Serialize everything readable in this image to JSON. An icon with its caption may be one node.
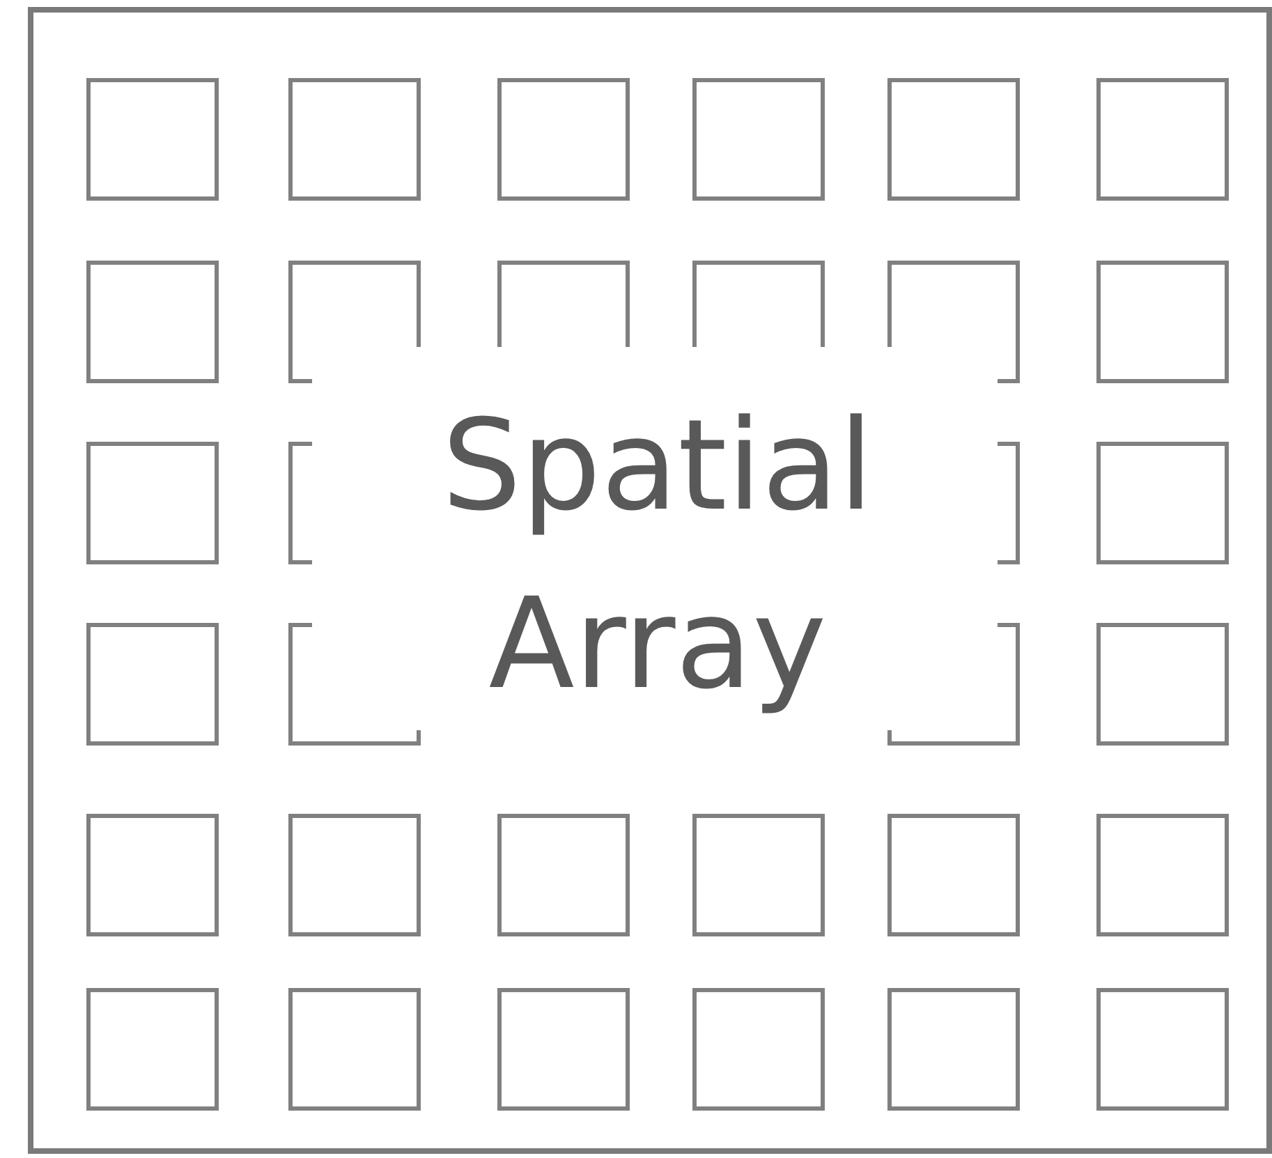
{
  "diagram": {
    "nodes": [
      {
        "text": [
          "Spatial Array"
        ]
      },
      {
        "text": [],
        "shape": "box",
        "in": 0
      },
      {
        "text": [],
        "shape": "box",
        "in": 0
      },
      {
        "text": [],
        "shape": "box",
        "in": 0
      },
      {
        "text": [],
        "shape": "box",
        "in": 0
      },
      {
        "text": [],
        "shape": "box",
        "in": 0
      },
      {
        "text": [],
        "shape": "box",
        "in": 0
      },
      {
        "text": [],
        "shape": "box",
        "in": 0
      },
      {
        "text": [],
        "shape": "box",
        "in": 0
      },
      {
        "text": [],
        "shape": "box",
        "in": 0
      },
      {
        "text": [],
        "shape": "box",
        "in": 0
      },
      {
        "text": [],
        "shape": "box",
        "in": 0
      },
      {
        "text": [],
        "shape": "box",
        "in": 0
      },
      {
        "text": [],
        "shape": "box",
        "in": 0
      },
      {
        "text": [],
        "shape": "box",
        "in": 0
      },
      {
        "text": [],
        "shape": "box",
        "in": 0
      },
      {
        "text": [],
        "shape": "box",
        "in": 0
      },
      {
        "text": [],
        "shape": "box",
        "in": 0
      },
      {
        "text": [],
        "shape": "box",
        "in": 0
      },
      {
        "text": [],
        "shape": "box",
        "in": 0
      },
      {
        "text": [],
        "shape": "box",
        "in": 0
      },
      {
        "text": [],
        "shape": "box",
        "in": 0
      },
      {
        "text": [],
        "shape": "box",
        "in": 0
      },
      {
        "text": [],
        "shape": "box",
        "in": 0
      },
      {
        "text": [],
        "shape": "box",
        "in": 0
      },
      {
        "text": [],
        "shape": "box",
        "in": 0
      },
      {
        "text": [],
        "shape": "box",
        "in": 0
      },
      {
        "text": [],
        "shape": "box",
        "in": 0
      },
      {
        "text": [],
        "shape": "box",
        "in": 0
      },
      {
        "text": [],
        "shape": "box",
        "in": 0
      },
      {
        "text": [],
        "shape": "box",
        "in": 0
      },
      {
        "text": [],
        "shape": "box",
        "in": 0
      },
      {
        "text": [],
        "shape": "box",
        "in": 0
      }
    ]
  }
}
